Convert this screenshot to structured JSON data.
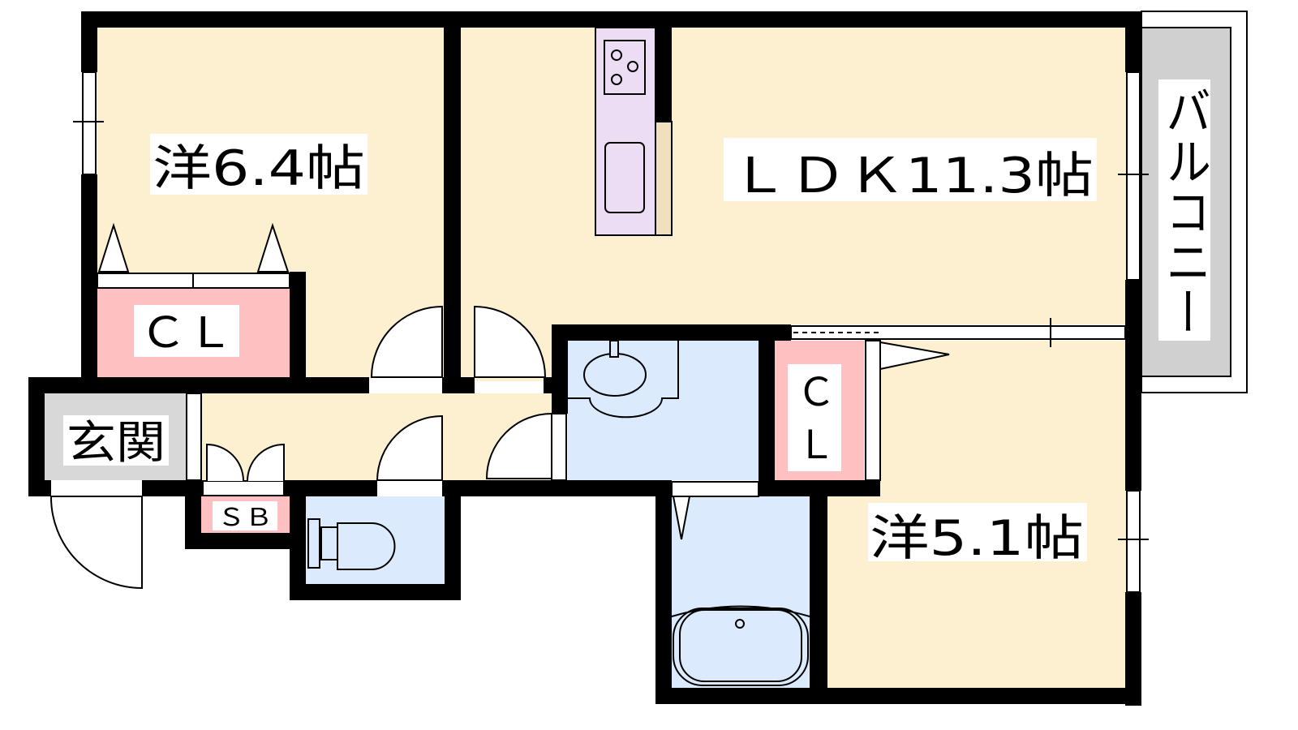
{
  "colors": {
    "room": "#fdf0d0",
    "wet": "#dbeafc",
    "closet": "#fec0c0",
    "kitchen": "#ecdcf4",
    "entrance": "#d8d8d8",
    "balcony": "#d0d0d0",
    "wall": "#000000"
  },
  "rooms": {
    "western1": "洋6.4帖",
    "ldk": "ＬＤＫ11.3帖",
    "western2": "洋5.1帖",
    "balcony": "バルコニー",
    "entrance": "玄関",
    "closet1": "ＣＬ",
    "closet2_c": "Ｃ",
    "closet2_l": "Ｌ",
    "shoebox": "ＳＢ"
  }
}
